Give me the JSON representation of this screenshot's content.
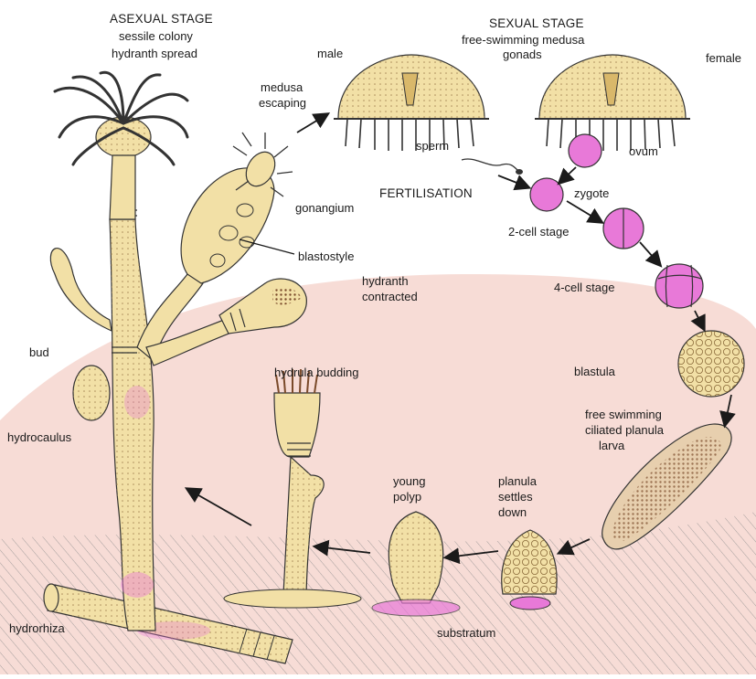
{
  "colors": {
    "background_tint": "#f7dcd6",
    "ground": "#ece6dc",
    "tan": "#f2e0a6",
    "pink": "#e879d8",
    "ink": "#1a1a1a"
  },
  "headings": {
    "asexual": [
      "ASEXUAL STAGE",
      "sessile colony",
      "hydranth spread"
    ],
    "sexual": [
      "SEXUAL STAGE",
      "free-swimming medusa",
      "gonads"
    ],
    "fertilisation": "FERTILISATION"
  },
  "labels": {
    "male": "male",
    "female": "female",
    "medusa_escaping": [
      "medusa",
      "escaping"
    ],
    "sperm": "sperm",
    "ovum": "ovum",
    "zygote": "zygote",
    "two_cell": "2-cell stage",
    "four_cell": "4-cell stage",
    "gonangium": "gonangium",
    "blastostyle": "blastostyle",
    "hydranth_contracted": [
      "hydranth",
      "contracted"
    ],
    "bud": "bud",
    "hydrula_budding": "hydrula budding",
    "blastula": "blastula",
    "planula_larva": [
      "free swimming",
      "ciliated planula",
      "larva"
    ],
    "hydrocaulus": "hydrocaulus",
    "young_polyp": [
      "young",
      "polyp"
    ],
    "planula_settles": [
      "planula",
      "settles",
      "down"
    ],
    "hydrorhiza": "hydrorhiza",
    "substratum": "substratum"
  }
}
